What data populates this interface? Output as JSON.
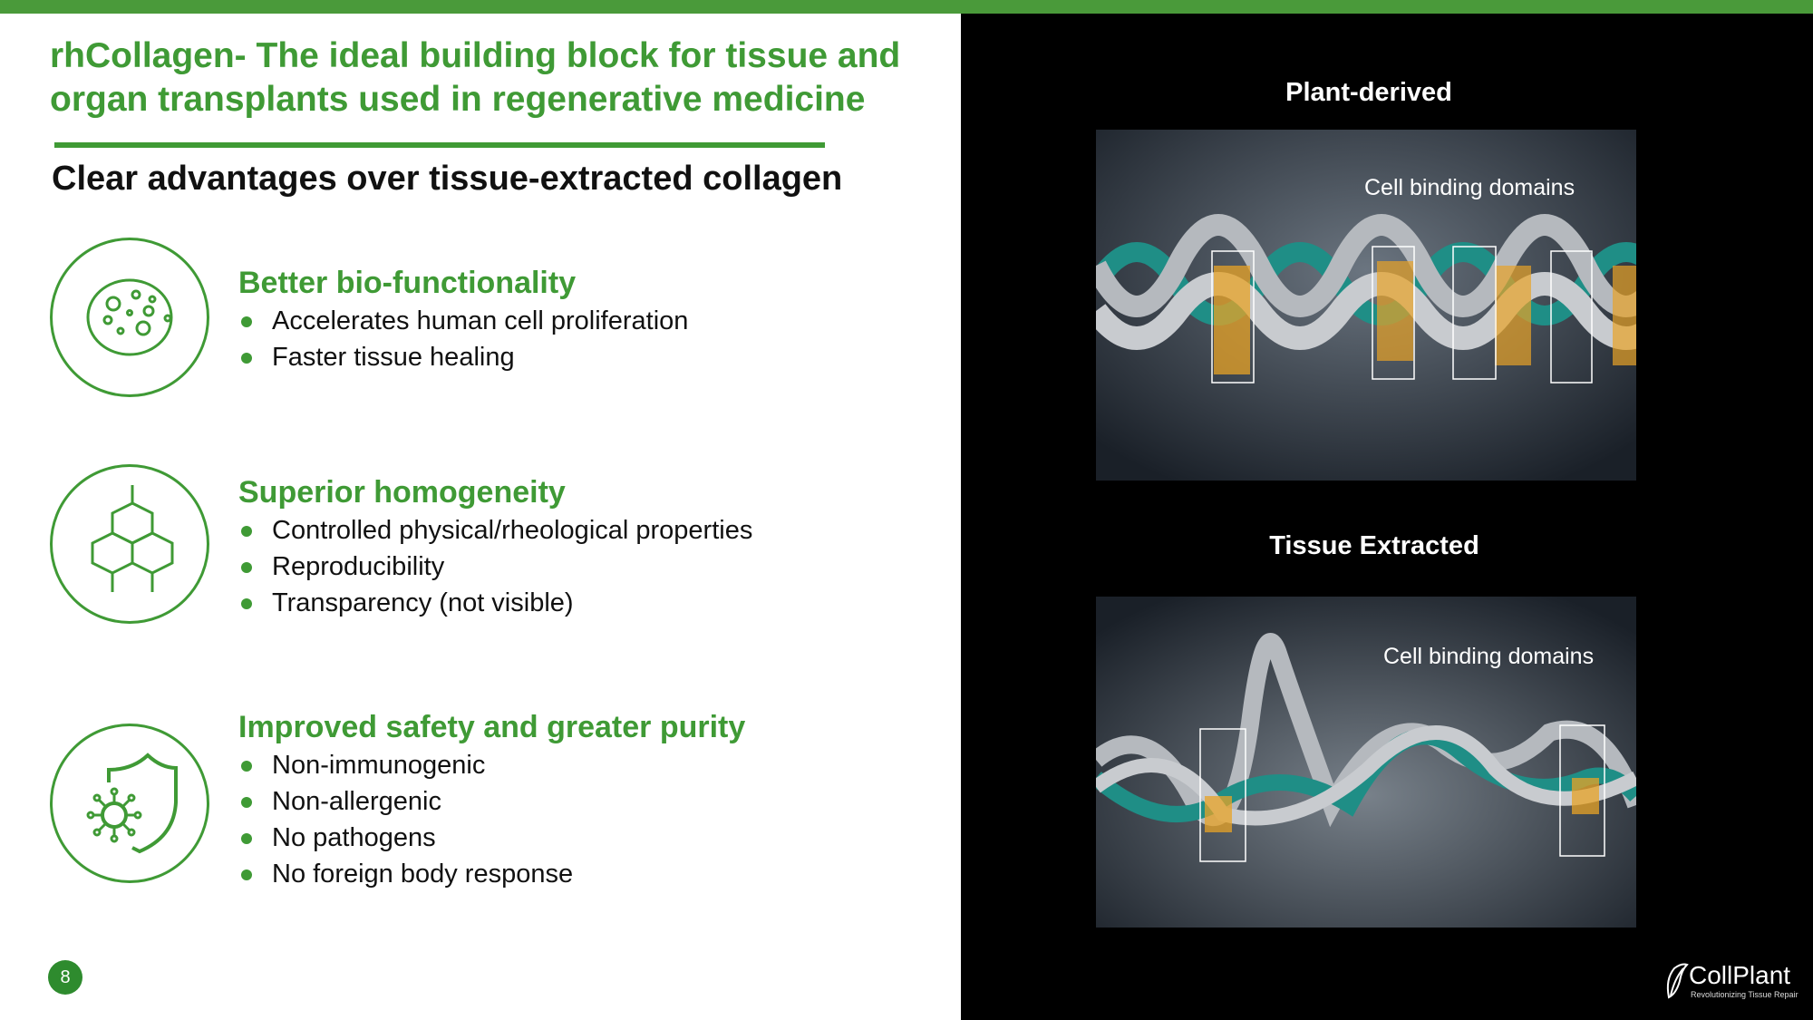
{
  "title": "rhCollagen- The ideal building block for tissue and organ transplants used in regenerative medicine",
  "subtitle": "Clear advantages over tissue-extracted collagen",
  "sections": [
    {
      "heading": "Better bio-functionality",
      "icon": "cells-icon",
      "bullets": [
        "Accelerates human cell proliferation",
        "Faster tissue healing"
      ]
    },
    {
      "heading": "Superior homogeneity",
      "icon": "hexagon-structure-icon",
      "bullets": [
        "Controlled physical/rheological properties",
        "Reproducibility",
        "Transparency (not visible)"
      ]
    },
    {
      "heading": "Improved safety and greater purity",
      "icon": "shield-virus-icon",
      "bullets": [
        "Non-immunogenic",
        "Non-allergenic",
        "No pathogens",
        "No foreign body response"
      ]
    }
  ],
  "page_number": "8",
  "images": [
    {
      "title": "Plant-derived",
      "label": "Cell binding domains"
    },
    {
      "title": "Tissue Extracted",
      "label": "Cell binding domains"
    }
  ],
  "logo": {
    "name": "CollPlant",
    "tagline": "Revolutionizing Tissue Repair"
  },
  "colors": {
    "accent": "#3f9a35",
    "topbar": "#4a9a3a",
    "teal": "#1f8e86",
    "gold": "#e8a326"
  }
}
